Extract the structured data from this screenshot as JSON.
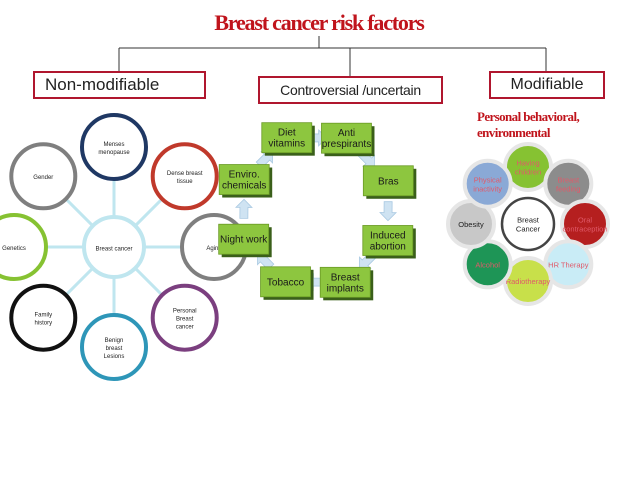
{
  "title": "Breast cancer risk factors",
  "categories": {
    "non_modifiable": "Non-modifiable",
    "controversial": "Controversial /uncertain",
    "modifiable": "Modifiable"
  },
  "modifiable_subtitle": "Personal behavioral, environmental",
  "non_modifiable_diagram": {
    "center": "Breast cancer",
    "nodes": [
      {
        "label": "Menses menopause",
        "color": "#1f3864"
      },
      {
        "label": "Dense breast tissue",
        "color": "#c0392b"
      },
      {
        "label": "Aging",
        "color": "#7f7f7f"
      },
      {
        "label": "Personal Breast cancer",
        "color": "#7b3f7f"
      },
      {
        "label": "Benign breast Lesions",
        "color": "#2e96b8"
      },
      {
        "label": "Family history",
        "color": "#111111"
      },
      {
        "label": "Genetics",
        "color": "#86c232"
      },
      {
        "label": "Gender",
        "color": "#7f7f7f"
      }
    ]
  },
  "controversial_cycle": [
    "Diet vitamins",
    "Anti prespirants",
    "Bras",
    "Induced abortion",
    "Breast implants",
    "Tobacco",
    "Night work",
    "Enviro. chemicals"
  ],
  "modifiable_diagram": {
    "center": "Breast Cancer",
    "nodes": [
      {
        "label": "Having children",
        "color": "#86c232",
        "fill": "#86c232",
        "text_color": "#e05a6a"
      },
      {
        "label": "Breast feeding",
        "color": "#7f7f7f",
        "fill": "#8c8c8c",
        "text_color": "#e05a6a"
      },
      {
        "label": "Oral contraception",
        "color": "#7b1f1f",
        "fill": "#b51f1f",
        "text_color": "#e05a6a"
      },
      {
        "label": "HR Therapy",
        "color": "#7fd0e8",
        "fill": "#c9ecf6",
        "text_color": "#e05a6a"
      },
      {
        "label": "Radiotherapy",
        "color": "#b6d334",
        "fill": "#c8e04a",
        "text_color": "#e05a6a"
      },
      {
        "label": "Alcohol",
        "color": "#1a7f4a",
        "fill": "#1e9556",
        "text_color": "#e05a6a"
      },
      {
        "label": "Obesity",
        "color": "#8c8c8c",
        "fill": "#c8c8c8",
        "text_color": "#222222"
      },
      {
        "label": "Physical inactivity",
        "color": "#2e6db4",
        "fill": "#8aa9d6",
        "text_color": "#e05a6a"
      }
    ]
  }
}
